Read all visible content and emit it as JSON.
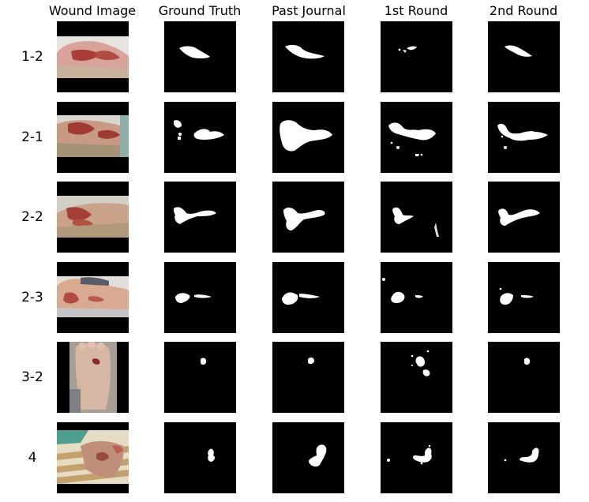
{
  "columns": [
    "Wound Image",
    "Ground Truth",
    "Past Journal",
    "1st Round",
    "2nd Round"
  ],
  "rows": [
    "1-2",
    "2-1",
    "2-2",
    "2-3",
    "3-2",
    "4"
  ],
  "colors": {
    "background": "#ffffff",
    "mask_bg": "#000000",
    "mask_fg": "#ffffff"
  },
  "photo_descriptions": [
    {
      "row": "1-2",
      "dominant": "#c98d84"
    },
    {
      "row": "2-1",
      "dominant": "#b89a7c"
    },
    {
      "row": "2-2",
      "dominant": "#b7927a"
    },
    {
      "row": "2-3",
      "dominant": "#c99a84"
    },
    {
      "row": "3-2",
      "dominant": "#b29b8a"
    },
    {
      "row": "4",
      "dominant": "#b8a286"
    }
  ]
}
